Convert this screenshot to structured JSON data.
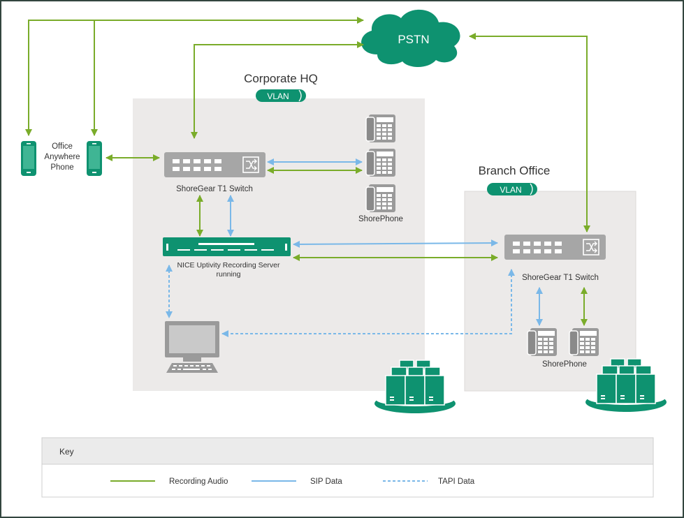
{
  "cloud": {
    "label": "PSTN"
  },
  "corporate": {
    "title": "Corporate HQ",
    "vlan": "VLAN"
  },
  "branch": {
    "title": "Branch Office",
    "vlan": "VLAN"
  },
  "office_anywhere": {
    "line1": "Office",
    "line2": "Anywhere",
    "line3": "Phone"
  },
  "hq_switch": {
    "label": "ShoreGear T1 Switch"
  },
  "branch_switch": {
    "label": "ShoreGear T1 Switch"
  },
  "hq_phones": {
    "label": "ShorePhone"
  },
  "branch_phones": {
    "label": "ShorePhone"
  },
  "server": {
    "line1": "NICE Uptivity Recording Server",
    "line2": "running"
  },
  "key": {
    "title": "Key",
    "items": [
      {
        "label": "Recording Audio"
      },
      {
        "label": "SIP Data"
      },
      {
        "label": "TAPI Data"
      }
    ]
  },
  "colors": {
    "recording_audio": "#7aac2a",
    "sip_data": "#7ab8e8",
    "tapi_data": "#7ab8e8",
    "accent_teal": "#0e9270",
    "region_fill": "#eceae9",
    "device_gray": "#a6a6a6",
    "frame": "#33463f"
  }
}
